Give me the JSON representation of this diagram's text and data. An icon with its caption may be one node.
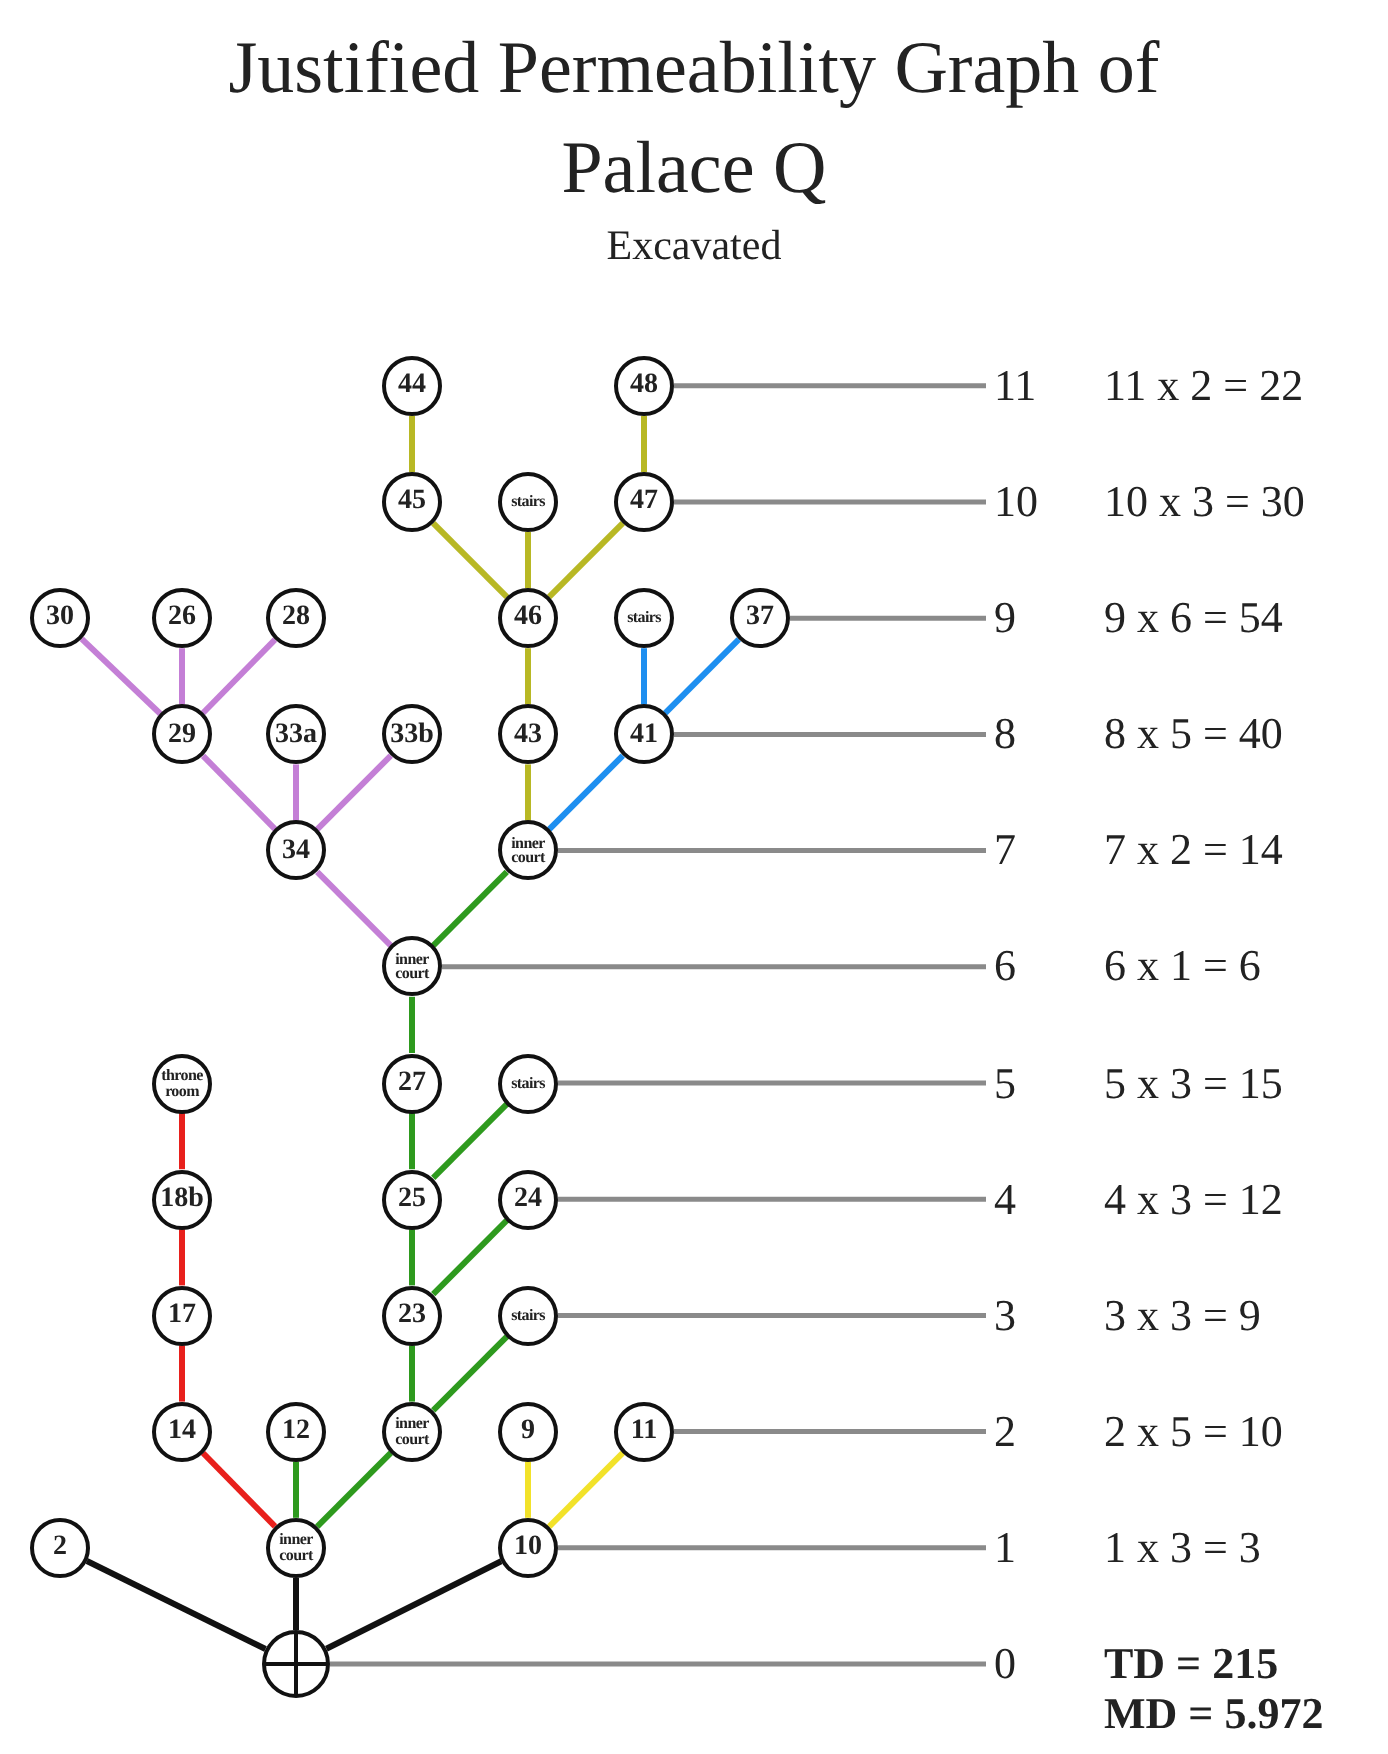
{
  "diagram": {
    "title": "Justified Permeability Graph of Palace Q",
    "nodes": [
      {
        "text": [
          "44"
        ]
      },
      {
        "text": [
          "48"
        ]
      },
      {
        "text": [
          "11"
        ]
      },
      {
        "text": [
          "45"
        ]
      },
      {
        "text": [
          "stairs"
        ]
      },
      {
        "text": [
          "47"
        ]
      },
      {
        "text": [
          "10"
        ]
      },
      {
        "text": [
          "30"
        ]
      },
      {
        "text": [
          "26"
        ]
      },
      {
        "text": [
          "28"
        ]
      },
      {
        "text": [
          "46"
        ]
      },
      {
        "text": [
          "stairs"
        ]
      },
      {
        "text": [
          "37"
        ]
      },
      {
        "text": [
          "9"
        ]
      },
      {
        "text": [
          "29"
        ]
      },
      {
        "text": [
          "33a"
        ]
      },
      {
        "text": [
          "33b"
        ]
      },
      {
        "text": [
          "43"
        ]
      },
      {
        "text": [
          "41"
        ]
      },
      {
        "text": [
          "8"
        ]
      },
      {
        "text": [
          "34"
        ]
      },
      {
        "text": [
          "inner court"
        ]
      },
      {
        "text": [
          "7"
        ]
      },
      {
        "text": [
          "inner court"
        ]
      },
      {
        "text": [
          "6"
        ]
      },
      {
        "text": [
          "throne room"
        ]
      },
      {
        "text": [
          "27"
        ]
      },
      {
        "text": [
          "stairs"
        ]
      },
      {
        "text": [
          "5"
        ]
      },
      {
        "text": [
          "18b"
        ]
      },
      {
        "text": [
          "25"
        ]
      },
      {
        "text": [
          "24"
        ]
      },
      {
        "text": [
          "4"
        ]
      },
      {
        "text": [
          "17"
        ]
      },
      {
        "text": [
          "23"
        ]
      },
      {
        "text": [
          "stairs"
        ]
      },
      {
        "text": [
          "3"
        ]
      },
      {
        "text": [
          "14"
        ]
      },
      {
        "text": [
          "12"
        ]
      },
      {
        "text": [
          "inner court"
        ]
      },
      {
        "text": [
          "9"
        ]
      },
      {
        "text": [
          "11"
        ]
      },
      {
        "text": [
          "2"
        ]
      },
      {
        "text": [
          "2"
        ]
      },
      {
        "text": [
          "inner court"
        ]
      },
      {
        "text": [
          "10"
        ]
      },
      {
        "text": [
          "1"
        ]
      },
      {
        "text": [],
        "shape": "circle"
      },
      {
        "text": [
          "0"
        ]
      }
    ],
    "edges": [
      {
        "from": 0,
        "to": 3,
        "arrow": "none",
        "color": "#b8b824"
      },
      {
        "from": 1,
        "to": 5,
        "arrow": "none",
        "color": "#b8b824"
      },
      {
        "from": 3,
        "to": 10,
        "arrow": "none",
        "color": "#b8b824"
      },
      {
        "from": 4,
        "to": 10,
        "arrow": "none",
        "color": "#b8b824"
      },
      {
        "from": 5,
        "to": 10,
        "arrow": "none",
        "color": "#b8b824"
      },
      {
        "from": 10,
        "to": 17,
        "arrow": "none",
        "color": "#b8b824"
      },
      {
        "from": 17,
        "to": 21,
        "arrow": "none",
        "color": "#b8b824"
      },
      {
        "from": 7,
        "to": 14,
        "arrow": "none",
        "color": "#c47fd6"
      },
      {
        "from": 8,
        "to": 14,
        "arrow": "none",
        "color": "#c47fd6"
      },
      {
        "from": 9,
        "to": 14,
        "arrow": "none",
        "color": "#c47fd6"
      },
      {
        "from": 14,
        "to": 20,
        "arrow": "none",
        "color": "#c47fd6"
      },
      {
        "from": 15,
        "to": 20,
        "arrow": "none",
        "color": "#c47fd6"
      },
      {
        "from": 16,
        "to": 20,
        "arrow": "none",
        "color": "#c47fd6"
      },
      {
        "from": 20,
        "to": 23,
        "arrow": "none",
        "color": "#c47fd6"
      },
      {
        "from": 11,
        "to": 18,
        "arrow": "none",
        "color": "#1e8ff0"
      },
      {
        "from": 12,
        "to": 18,
        "arrow": "none",
        "color": "#1e8ff0"
      },
      {
        "from": 18,
        "to": 21,
        "arrow": "none",
        "color": "#1e8ff0"
      },
      {
        "from": 21,
        "to": 23,
        "arrow": "none",
        "color": "#2e9a1e"
      },
      {
        "from": 23,
        "to": 26,
        "arrow": "none",
        "color": "#2e9a1e"
      },
      {
        "from": 26,
        "to": 30,
        "arrow": "none",
        "color": "#2e9a1e"
      },
      {
        "from": 27,
        "to": 30,
        "arrow": "none",
        "color": "#2e9a1e"
      },
      {
        "from": 30,
        "to": 34,
        "arrow": "none",
        "color": "#2e9a1e"
      },
      {
        "from": 31,
        "to": 34,
        "arrow": "none",
        "color": "#2e9a1e"
      },
      {
        "from": 34,
        "to": 39,
        "arrow": "none",
        "color": "#2e9a1e"
      },
      {
        "from": 35,
        "to": 39,
        "arrow": "none",
        "color": "#2e9a1e"
      },
      {
        "from": 39,
        "to": 44,
        "arrow": "none",
        "color": "#2e9a1e"
      },
      {
        "from": 38,
        "to": 44,
        "arrow": "none",
        "color": "#2e9a1e"
      },
      {
        "from": 25,
        "to": 29,
        "arrow": "none",
        "color": "#e8201c"
      },
      {
        "from": 29,
        "to": 33,
        "arrow": "none",
        "color": "#e8201c"
      },
      {
        "from": 33,
        "to": 37,
        "arrow": "none",
        "color": "#e8201c"
      },
      {
        "from": 37,
        "to": 44,
        "arrow": "none",
        "color": "#e8201c"
      },
      {
        "from": 40,
        "to": 45,
        "arrow": "none",
        "color": "#f2e22a"
      },
      {
        "from": 41,
        "to": 45,
        "arrow": "none",
        "color": "#f2e22a"
      },
      {
        "from": 43,
        "to": 47,
        "arrow": "none",
        "color": "#111111"
      },
      {
        "from": 44,
        "to": 47,
        "arrow": "none",
        "color": "#111111"
      },
      {
        "from": 45,
        "to": 47,
        "arrow": "none",
        "color": "#111111"
      },
      {
        "from": 1,
        "to": 2,
        "arrow": "none"
      },
      {
        "from": 5,
        "to": 6,
        "arrow": "none"
      },
      {
        "from": 12,
        "to": 13,
        "arrow": "none"
      },
      {
        "from": 18,
        "to": 19,
        "arrow": "none"
      },
      {
        "from": 21,
        "to": 22,
        "arrow": "none"
      },
      {
        "from": 23,
        "to": 24,
        "arrow": "none"
      },
      {
        "from": 27,
        "to": 28,
        "arrow": "none"
      },
      {
        "from": 31,
        "to": 32,
        "arrow": "none"
      },
      {
        "from": 35,
        "to": 36,
        "arrow": "none"
      },
      {
        "from": 41,
        "to": 42,
        "arrow": "none"
      },
      {
        "from": 45,
        "to": 46,
        "arrow": "none"
      },
      {
        "from": 47,
        "to": 48,
        "arrow": "none"
      }
    ],
    "labels": [
      "Excavated",
      "11 x 2 = 22",
      "10 x 3 = 30",
      "9 x 6 = 54",
      "8 x 5 = 40",
      "7 x 2 = 14",
      "6 x 1 = 6",
      "5 x 3 = 15",
      "4 x 3 = 12",
      "3 x 3 = 9",
      "2 x 5 = 10",
      "1 x 3 = 3",
      "TD = 215",
      "MD = 5.972"
    ]
  }
}
